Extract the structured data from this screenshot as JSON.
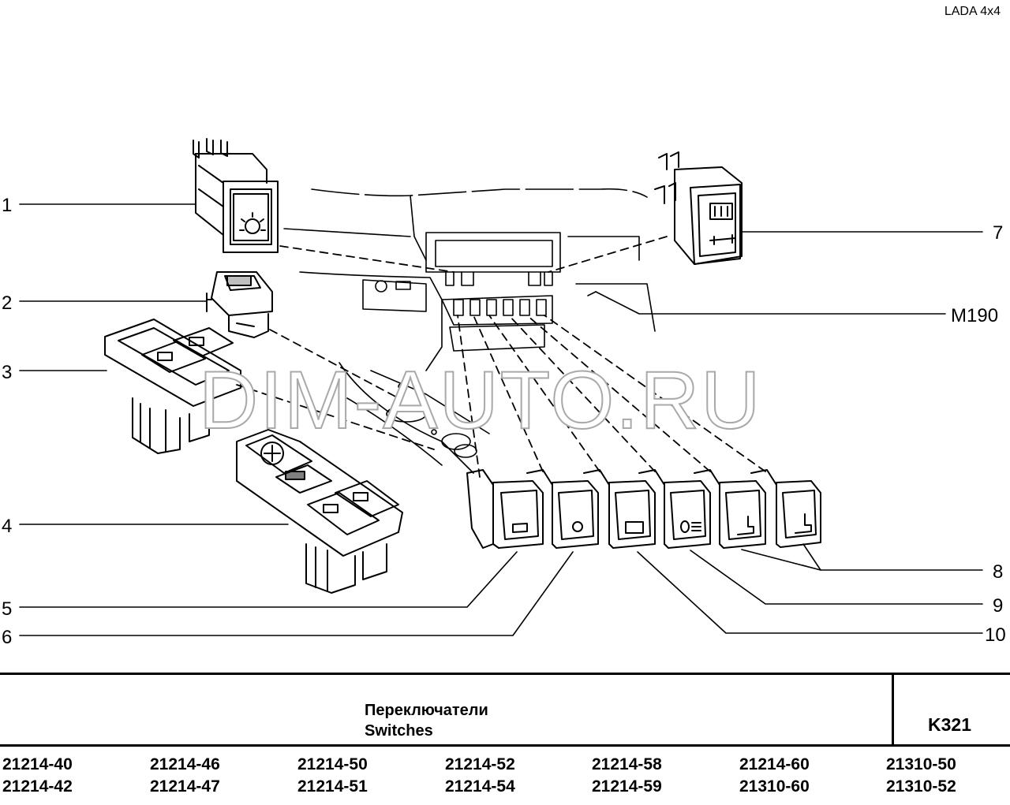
{
  "header": {
    "brand": "LADA 4x4"
  },
  "callouts": {
    "c1": "1",
    "c2": "2",
    "c3": "3",
    "c4": "4",
    "c5": "5",
    "c6": "6",
    "c7": "7",
    "c8": "8",
    "c9": "9",
    "c10": "10",
    "m190": "M190"
  },
  "watermark": "DIM-AUTO.RU",
  "title": {
    "ru": "Переключатели",
    "en": "Switches",
    "code": "K321"
  },
  "models": [
    [
      "21214-40",
      "21214-42"
    ],
    [
      "21214-46",
      "21214-47"
    ],
    [
      "21214-50",
      "21214-51"
    ],
    [
      "21214-52",
      "21214-54"
    ],
    [
      "21214-58",
      "21214-59"
    ],
    [
      "21214-60",
      "21310-60"
    ],
    [
      "21310-50",
      "21310-52"
    ]
  ]
}
